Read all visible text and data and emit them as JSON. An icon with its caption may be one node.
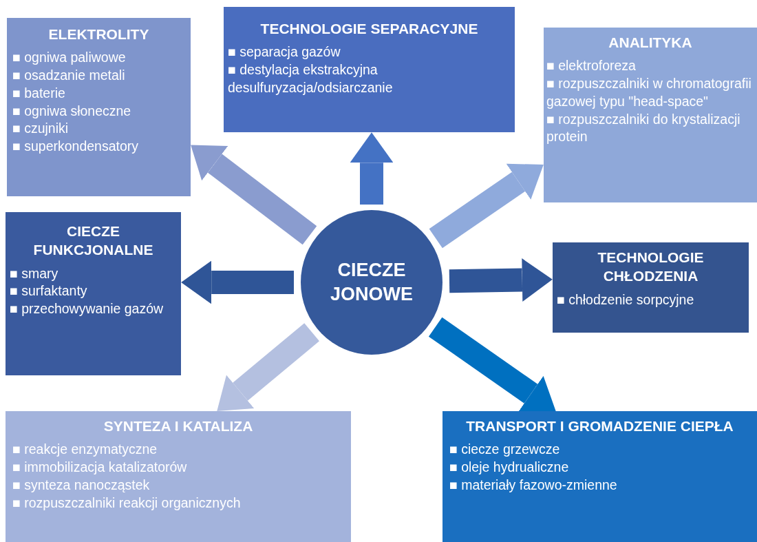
{
  "diagram": {
    "nodes": [
      {
        "text": [
          "ELEKTROLITY",
          "■ ogniwa paliwowe",
          "■ osadzanie metali",
          "■ baterie",
          "■ ogniwa słoneczne",
          "■ czujniki",
          "■ superkondensatory"
        ]
      },
      {
        "text": [
          "TECHNOLOGIE SEPARACYJNE",
          "■ separacja gazów",
          "■ destylacja ekstrakcyjna desulfuryzacja/odsiarczanie"
        ]
      },
      {
        "text": [
          "ANALITYKA",
          "■ elektroforeza",
          "■ rozpuszczalniki w chromatografii gazowej typu \"head-space\"",
          "■ rozpuszczalniki do krystalizacji protein"
        ]
      },
      {
        "text": [
          "CIECZE FUNKCJONALNE",
          "■ smary",
          "■ surfaktanty",
          "■ przechowywanie gazów"
        ]
      },
      {
        "text": [
          "TECHNOLOGIE CHŁODZENIA",
          "■ chłodzenie sorpcyjne"
        ]
      },
      {
        "text": [
          "SYNTEZA I KATALIZA",
          "■ reakcje enzymatyczne",
          "■ immobilizacja katalizatorów",
          "■ synteza nanocząstek",
          "■ rozpuszczalniki reakcji organicznych"
        ]
      },
      {
        "text": [
          "TRANSPORT I GROMADZENIE CIEPŁA",
          "■ ciecze grzewcze",
          "■ oleje hydrualiczne",
          "■ materiały fazowo-zmienne"
        ]
      },
      {
        "text": [
          "CIECZE JONOWE"
        ]
      }
    ],
    "edges": [
      {
        "from": 7,
        "to": 0,
        "arrow": "to",
        "color": "#8a9ccf"
      },
      {
        "from": 7,
        "to": 1,
        "arrow": "to",
        "color": "#4472c4"
      },
      {
        "from": 7,
        "to": 2,
        "arrow": "to",
        "color": "#8faadc"
      },
      {
        "from": 7,
        "to": 3,
        "arrow": "to",
        "color": "#2f5597"
      },
      {
        "from": 7,
        "to": 4,
        "arrow": "to",
        "color": "#2f5597"
      },
      {
        "from": 7,
        "to": 5,
        "arrow": "to",
        "color": "#b4c0e0"
      },
      {
        "from": 7,
        "to": 6,
        "arrow": "to",
        "color": "#0070c0"
      }
    ]
  }
}
